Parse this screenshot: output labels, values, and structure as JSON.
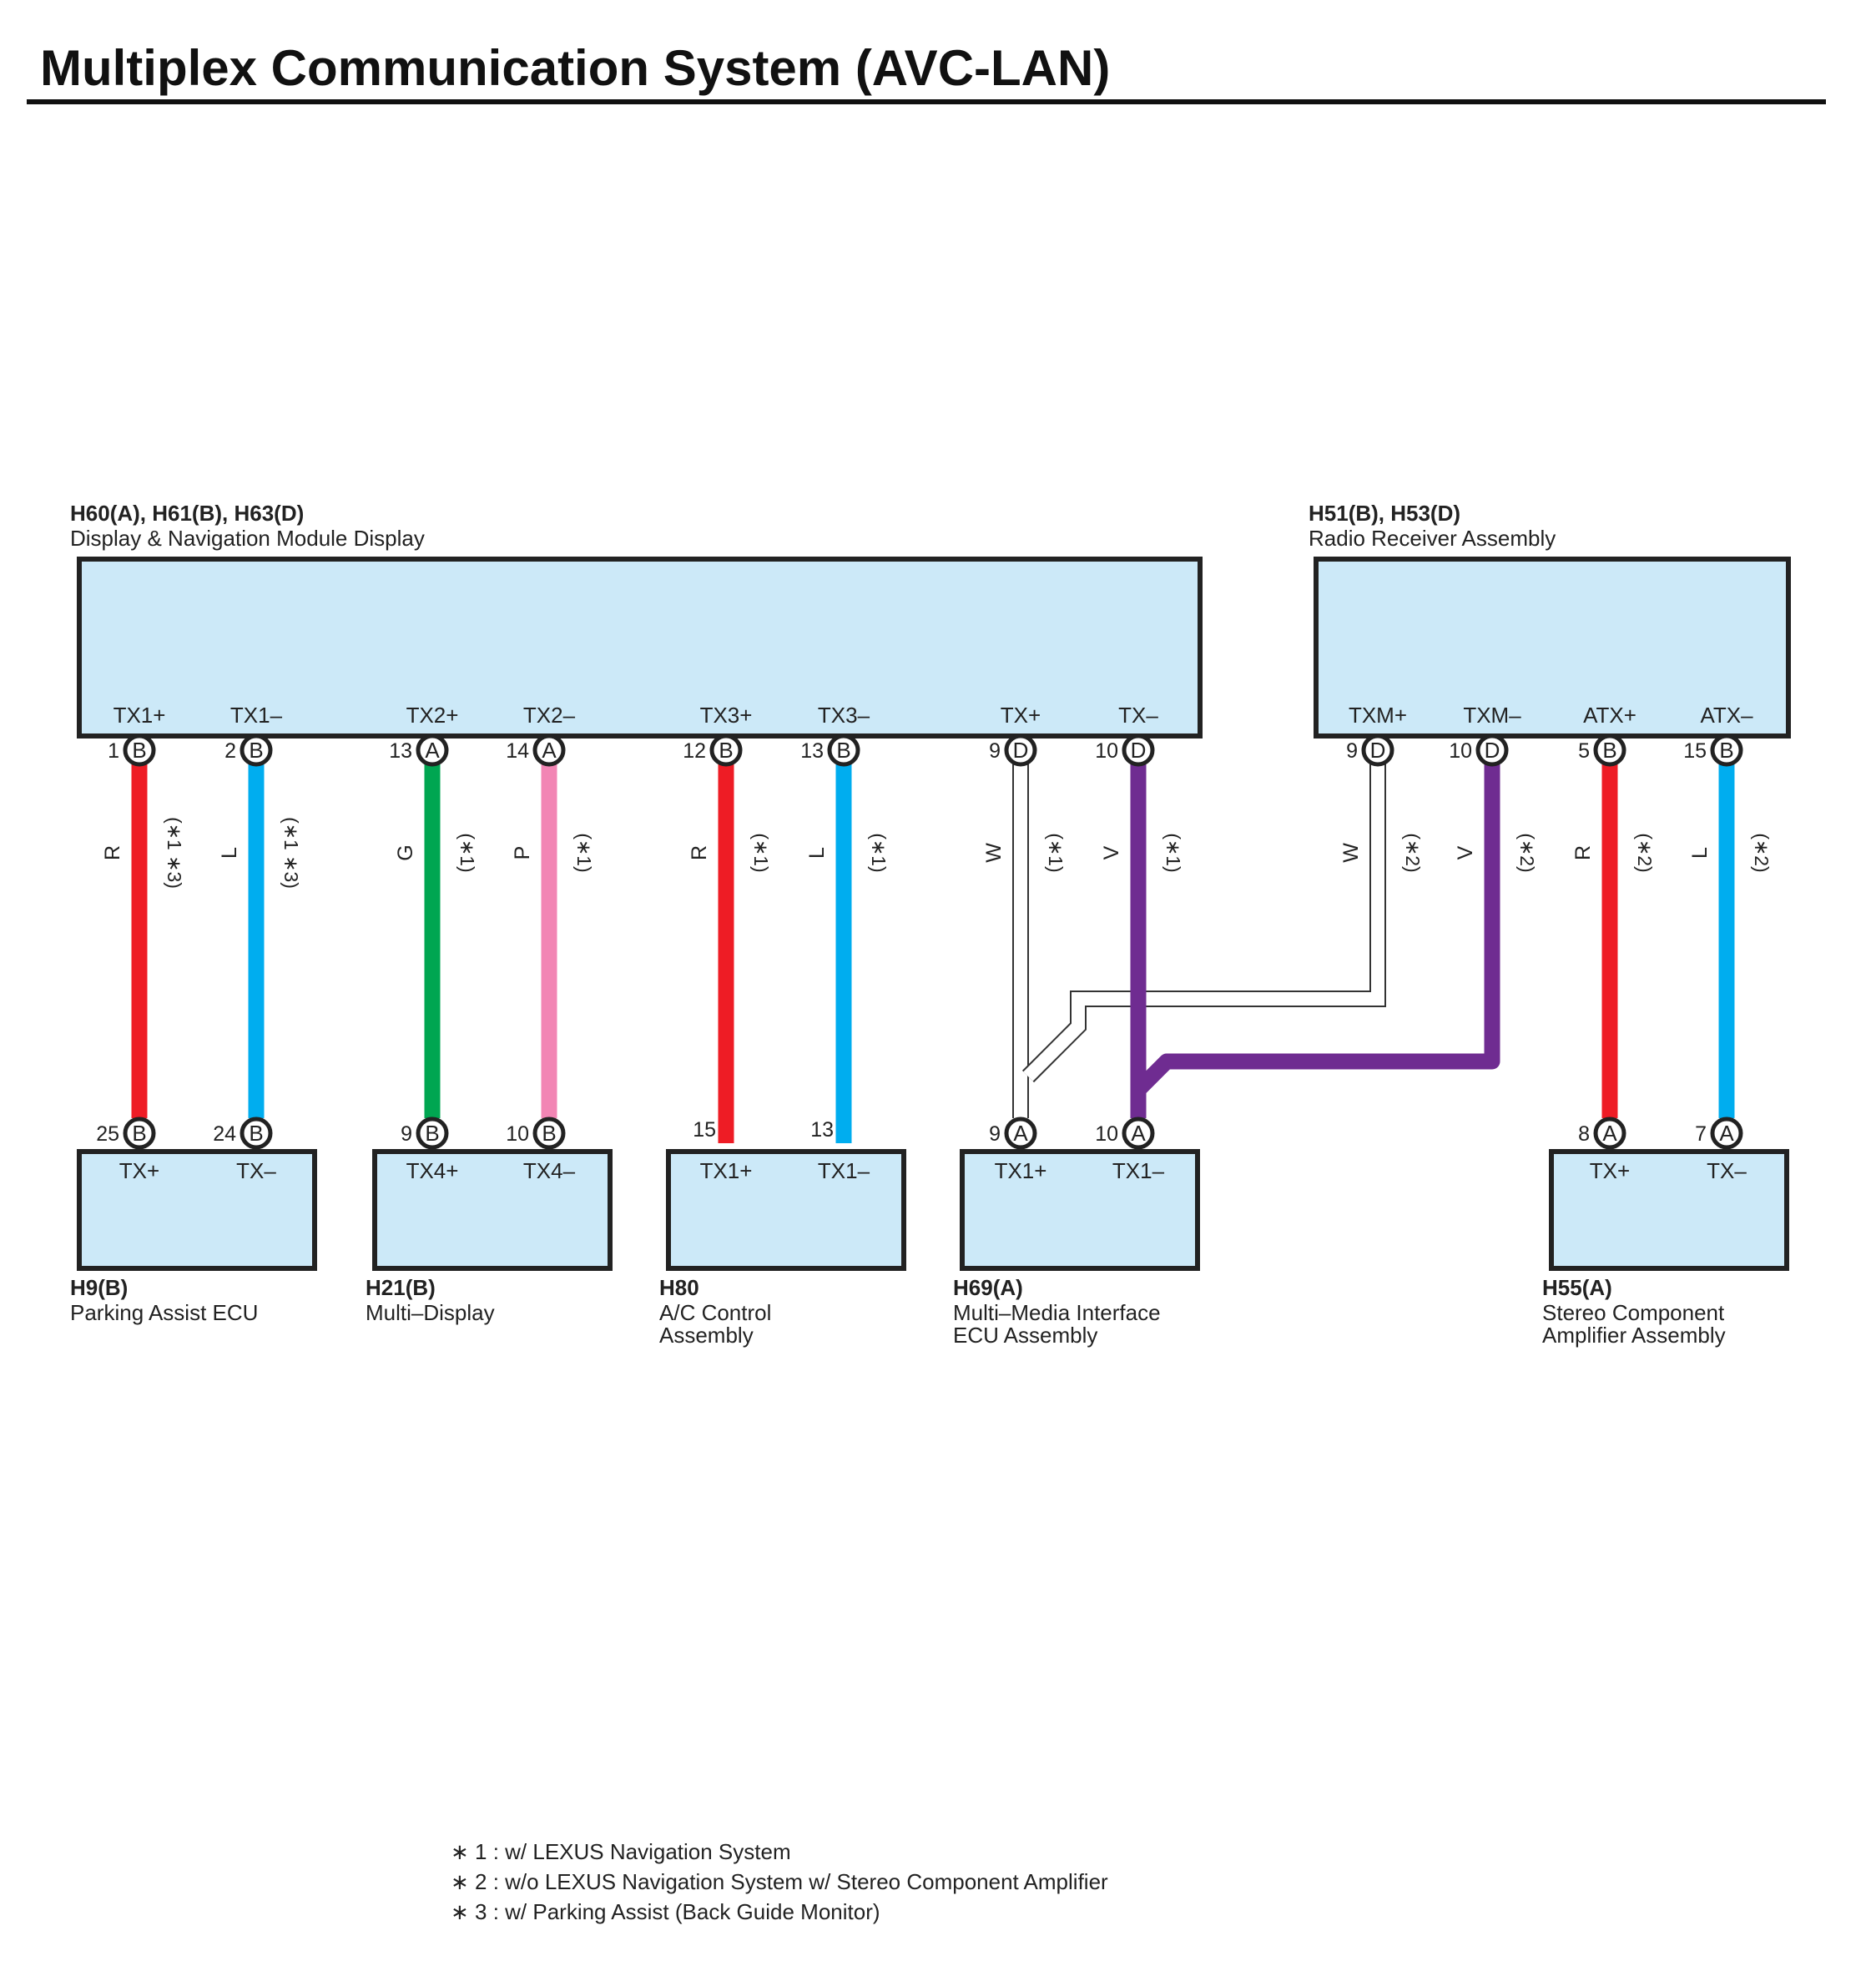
{
  "title": "Multiplex Communication System (AVC-LAN)",
  "colors": {
    "R": "#ee1c25",
    "L": "#00adef",
    "G": "#00a651",
    "P": "#f285b4",
    "W": "#ffffff",
    "V": "#6f2c91",
    "box_fill": "#cce9f8"
  },
  "main_unit": {
    "connector": "H60(A), H61(B), H63(D)",
    "name": "Display & Navigation Module Display",
    "pins": [
      {
        "label": "TX1+",
        "num": "1",
        "conn": "B"
      },
      {
        "label": "TX1–",
        "num": "2",
        "conn": "B"
      },
      {
        "label": "TX2+",
        "num": "13",
        "conn": "A"
      },
      {
        "label": "TX2–",
        "num": "14",
        "conn": "A"
      },
      {
        "label": "TX3+",
        "num": "12",
        "conn": "B"
      },
      {
        "label": "TX3–",
        "num": "13",
        "conn": "B"
      },
      {
        "label": "TX+",
        "num": "9",
        "conn": "D"
      },
      {
        "label": "TX–",
        "num": "10",
        "conn": "D"
      }
    ]
  },
  "radio": {
    "connector": "H51(B), H53(D)",
    "name": "Radio Receiver Assembly",
    "pins": [
      {
        "label": "TXM+",
        "num": "9",
        "conn": "D"
      },
      {
        "label": "TXM–",
        "num": "10",
        "conn": "D"
      },
      {
        "label": "ATX+",
        "num": "5",
        "conn": "B"
      },
      {
        "label": "ATX–",
        "num": "15",
        "conn": "B"
      }
    ]
  },
  "wires": [
    {
      "color": "R",
      "note": "(∗1 ∗3)"
    },
    {
      "color": "L",
      "note": "(∗1 ∗3)"
    },
    {
      "color": "G",
      "note": "(∗1)"
    },
    {
      "color": "P",
      "note": "(∗1)"
    },
    {
      "color": "R",
      "note": "(∗1)"
    },
    {
      "color": "L",
      "note": "(∗1)"
    },
    {
      "color": "W",
      "note": "(∗1)"
    },
    {
      "color": "V",
      "note": "(∗1)"
    },
    {
      "color": "W",
      "note": "(∗2)"
    },
    {
      "color": "V",
      "note": "(∗2)"
    },
    {
      "color": "R",
      "note": "(∗2)"
    },
    {
      "color": "L",
      "note": "(∗2)"
    }
  ],
  "bottom_units": [
    {
      "connector": "H9(B)",
      "name_lines": [
        "Parking Assist ECU"
      ],
      "pins": [
        {
          "label": "TX+",
          "num": "25",
          "conn": "B"
        },
        {
          "label": "TX–",
          "num": "24",
          "conn": "B"
        }
      ]
    },
    {
      "connector": "H21(B)",
      "name_lines": [
        "Multi–Display"
      ],
      "pins": [
        {
          "label": "TX4+",
          "num": "9",
          "conn": "B"
        },
        {
          "label": "TX4–",
          "num": "10",
          "conn": "B"
        }
      ]
    },
    {
      "connector": "H80",
      "name_lines": [
        "A/C Control",
        "Assembly"
      ],
      "pins": [
        {
          "label": "TX1+",
          "num": "15",
          "conn": ""
        },
        {
          "label": "TX1–",
          "num": "13",
          "conn": ""
        }
      ]
    },
    {
      "connector": "H69(A)",
      "name_lines": [
        "Multi–Media Interface",
        "ECU Assembly"
      ],
      "pins": [
        {
          "label": "TX1+",
          "num": "9",
          "conn": "A"
        },
        {
          "label": "TX1–",
          "num": "10",
          "conn": "A"
        }
      ]
    },
    {
      "connector": "H55(A)",
      "name_lines": [
        "Stereo Component",
        "Amplifier Assembly"
      ],
      "pins": [
        {
          "label": "TX+",
          "num": "8",
          "conn": "A"
        },
        {
          "label": "TX–",
          "num": "7",
          "conn": "A"
        }
      ]
    }
  ],
  "notes": [
    "∗ 1 : w/ LEXUS Navigation System",
    "∗ 2 : w/o LEXUS Navigation System w/ Stereo Component Amplifier",
    "∗ 3 : w/ Parking Assist (Back Guide Monitor)"
  ]
}
